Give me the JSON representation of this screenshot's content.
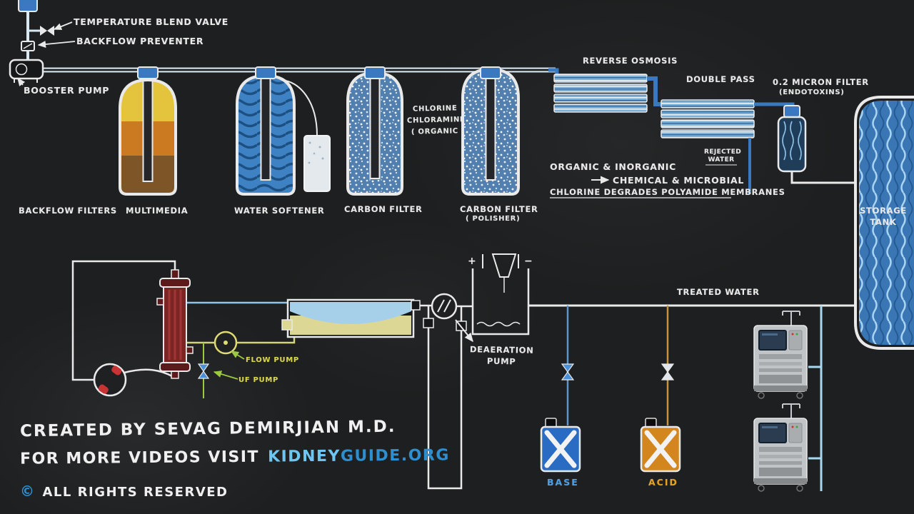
{
  "colors": {
    "yellow_label": "#d8d44a",
    "base_blue_label": "#4a9fe8",
    "acid_orange_label": "#e8a020",
    "brand_light": "#6ec6f0",
    "brand_dark": "#2d8fd0",
    "pipe_blue": "#3a78c0",
    "chalk": "#e9e9e9"
  },
  "annotations": {
    "temperature_blend_valve": "TEMPERATURE BLEND VALVE",
    "backflow_preventer": "BACKFLOW PREVENTER",
    "booster_pump": "BOOSTER PUMP",
    "backflow_filters": "BACKFLOW FILTERS",
    "multimedia": "MULTIMEDIA",
    "water_softener": "WATER SOFTENER",
    "carbon_filter": "CARBON FILTER",
    "chlorine_note_line1": "CHLORINE",
    "chlorine_note_line2": "CHLORAMINE",
    "chlorine_note_line3": "( ORGANIC",
    "carbon_filter_polisher_line1": "CARBON FILTER",
    "carbon_filter_polisher_line2": "( POLISHER)",
    "reverse_osmosis": "REVERSE OSMOSIS",
    "double_pass": "DOUBLE PASS",
    "micron_filter": "0.2 MICRON FILTER",
    "endotoxins": "(ENDOTOXINS)",
    "rejected_water_line1": "REJECTED",
    "rejected_water_line2": "WATER",
    "organic_inorganic": "ORGANIC & INORGANIC",
    "chemical_microbial": "CHEMICAL & MICROBIAL",
    "chlorine_degrades": "CHLORINE DEGRADES POLYAMIDE MEMBRANES",
    "storage_tank_line1": "STORAGE",
    "storage_tank_line2": "TANK",
    "treated_water": "TREATED WATER",
    "flow_pump": "FLOW PUMP",
    "uf_pump": "UF PUMP",
    "deaeration_pump_line1": "DEAERATION",
    "deaeration_pump_line2": "PUMP",
    "electrode_plus": "+",
    "electrode_minus": "−",
    "base": "BASE",
    "acid": "ACID"
  },
  "credits": {
    "line1": "CREATED BY SEVAG DEMIRJIAN M.D.",
    "line2_prefix": "FOR MORE VIDEOS VISIT",
    "site_part1": "KIDNEY",
    "site_part2": "GUIDE",
    "site_part3": ".ORG",
    "copyright_symbol": "©",
    "copyright_text": "ALL RIGHTS RESERVED"
  }
}
